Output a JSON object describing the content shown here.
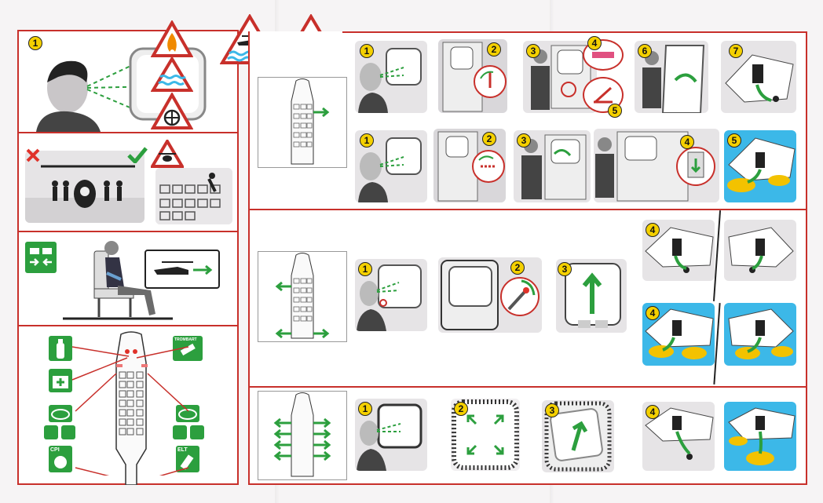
{
  "steps": {
    "s1": "1",
    "s2": "2",
    "s3": "3",
    "s4": "4",
    "s5": "5",
    "s6": "6",
    "s7": "7"
  },
  "equipment_labels": {
    "trombart": "TROMBART",
    "cpi": "CPI",
    "elt": "ELT"
  },
  "colors": {
    "accent_red": "#c8302b",
    "step_yellow": "#f4d000",
    "safety_green": "#2c9f3e",
    "water_blue": "#3cb8e8",
    "raft_yellow": "#f3c200"
  },
  "icons": {
    "fire": "fire-warning-icon",
    "water": "water-warning-icon",
    "ditching": "helicopter-ditching-icon",
    "landing": "helicopter-landing-icon",
    "check": "check-icon",
    "cross": "cross-icon",
    "extinguisher": "fire-extinguisher-icon",
    "first_aid": "first-aid-kit-icon",
    "life_raft": "life-raft-icon"
  }
}
